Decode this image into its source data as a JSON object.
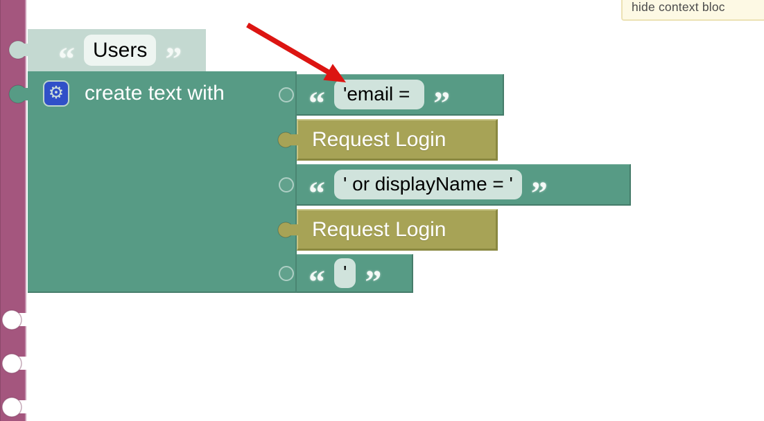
{
  "glyphs": {
    "quote_open": "“",
    "quote_close": "”",
    "gear": "⚙"
  },
  "tooltip": {
    "text": "hide context bloc"
  },
  "users_block": {
    "type": "text-string",
    "value": "Users"
  },
  "create_block": {
    "label": "create text with",
    "items": [
      {
        "kind": "text-string",
        "value": "'email = "
      },
      {
        "kind": "component",
        "label": "Request Login"
      },
      {
        "kind": "text-string",
        "value": "' or displayName = '"
      },
      {
        "kind": "component",
        "label": "Request Login"
      },
      {
        "kind": "text-string",
        "value": "'"
      }
    ]
  },
  "colors": {
    "block_teal": "#579b85",
    "block_light_teal": "#c4d9d1",
    "field_on_teal": "#d0e3dc",
    "field_on_light": "#eef5f1",
    "block_olive": "#a7a356",
    "strip_maroon": "#a4567e",
    "gear_blue": "#3050c8",
    "arrow_red": "#dc1512",
    "tooltip_bg": "#fdf9e4",
    "tooltip_border": "#ece2b4"
  }
}
